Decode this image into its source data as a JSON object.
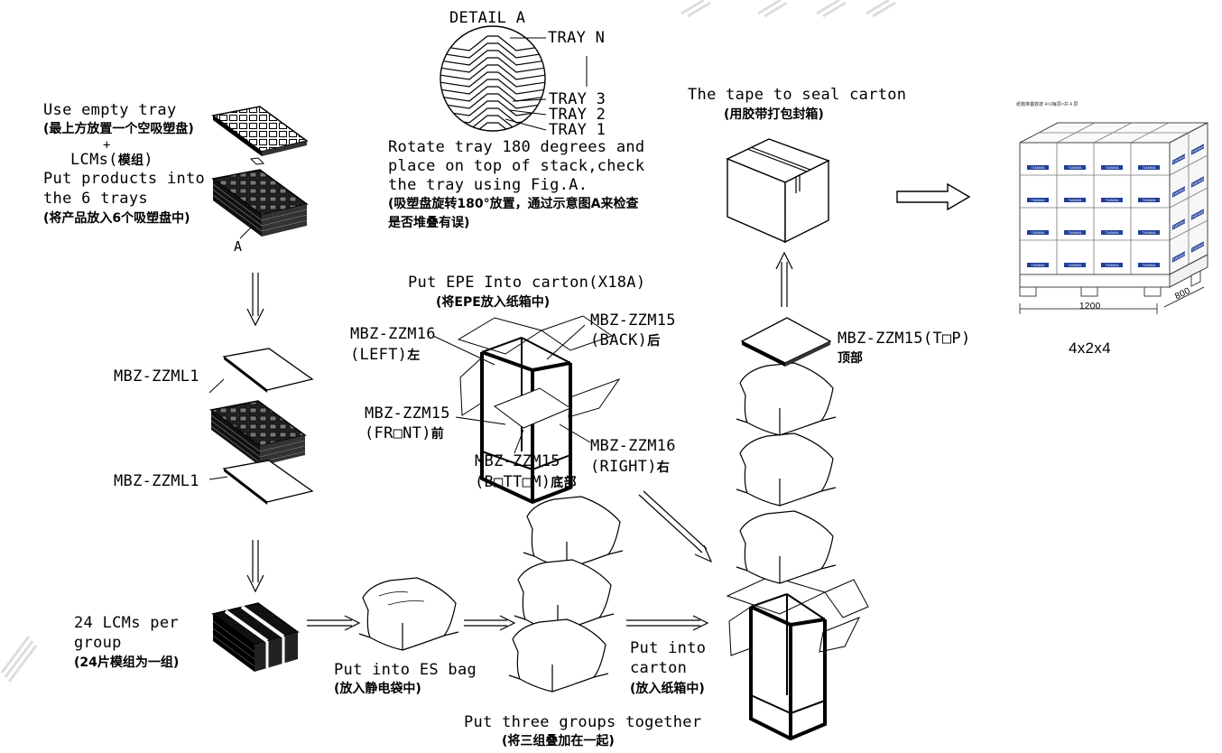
{
  "detail": {
    "title": "DETAIL A",
    "tray_n": "TRAY N",
    "tray_3": "TRAY 3",
    "tray_2": "TRAY 2",
    "tray_1": "TRAY 1"
  },
  "step1": {
    "line1": "Use empty tray",
    "cn1": "(最上方放置一个空吸塑盘)",
    "plus": "+",
    "line2": "LCMs(",
    "line2_cn": "模组",
    "line2_end": ")",
    "line3": "Put products into",
    "line4": "the 6 trays",
    "cn2": "(将产品放入6个吸塑盘中)",
    "a_marker": "A"
  },
  "rotate": {
    "line1": "Rotate tray 180 degrees and",
    "line2": "place on top of stack,check",
    "line3": "the tray using Fig.A.",
    "cn1": "(吸塑盘旋转180°放置，通过示意图A来检查",
    "cn2": "是否堆叠有误)"
  },
  "tape": {
    "line1": "The tape to seal carton",
    "cn": "(用胶带打包封箱)"
  },
  "pallet": {
    "header": "纸箱堆叠数按 4×2每层×共 4 层",
    "dim1": "1200",
    "dim2": "800",
    "caption": "4x2x4",
    "box_label": "TIANMA"
  },
  "epe": {
    "title": "Put EPE Into  carton(X18A)",
    "cn": "(将EPE放入纸箱中)",
    "left_code": "MBZ-ZZM16",
    "left_pos": "(LEFT)",
    "left_cn": "左",
    "back_code": "MBZ-ZZM15",
    "back_pos": "(BACK)",
    "back_cn": "后",
    "front_code": "MBZ-ZZM15",
    "front_pos": "(FR□NT)",
    "front_cn": "前",
    "bottom_code": "MBZ-ZZM15",
    "bottom_pos": "(B□TT□M)",
    "bottom_cn": "底部",
    "right_code": "MBZ-ZZM16",
    "right_pos": "(RIGHT)",
    "right_cn": "右"
  },
  "top": {
    "code": "MBZ-ZZM15(T□P)",
    "cn": "顶部"
  },
  "stack": {
    "upper": "MBZ-ZZML1",
    "lower": "MBZ-ZZML1"
  },
  "group": {
    "line1": "24 LCMs per",
    "line2": "group",
    "cn": "(24片模组为一组)"
  },
  "esbag": {
    "line1": "Put into ES bag",
    "cn": "(放入静电袋中)"
  },
  "three": {
    "line1": "Put three groups together",
    "cn": "(将三组叠加在一起)"
  },
  "carton": {
    "line1": "Put into",
    "line2": "carton",
    "cn": "(放入纸箱中)"
  }
}
